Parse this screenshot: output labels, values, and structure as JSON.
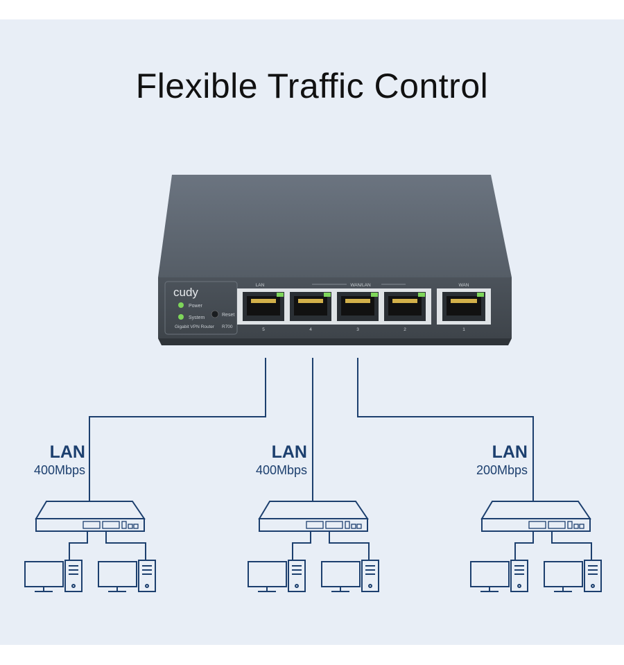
{
  "headline": "Flexible Traffic Control",
  "router": {
    "brand": "cudy",
    "model_line": "Gigabit VPN Router",
    "model": "R700",
    "led_power": "Power",
    "led_system": "System",
    "reset_label": "Reset",
    "lan_group_label": "LAN",
    "wanlan_group_label": "WAN/LAN",
    "wan_group_label": "WAN",
    "port_numbers": [
      "5",
      "4",
      "3",
      "2",
      "1"
    ]
  },
  "branches": [
    {
      "type": "LAN",
      "speed": "400Mbps"
    },
    {
      "type": "LAN",
      "speed": "400Mbps"
    },
    {
      "type": "LAN",
      "speed": "200Mbps"
    }
  ],
  "colors": {
    "background": "#e8eef6",
    "line": "#1c3f6e",
    "router_body": "#5f6770",
    "led": "#7ed65a"
  },
  "icons": [
    "router-icon",
    "switch-icon",
    "monitor-icon",
    "pc-tower-icon"
  ]
}
